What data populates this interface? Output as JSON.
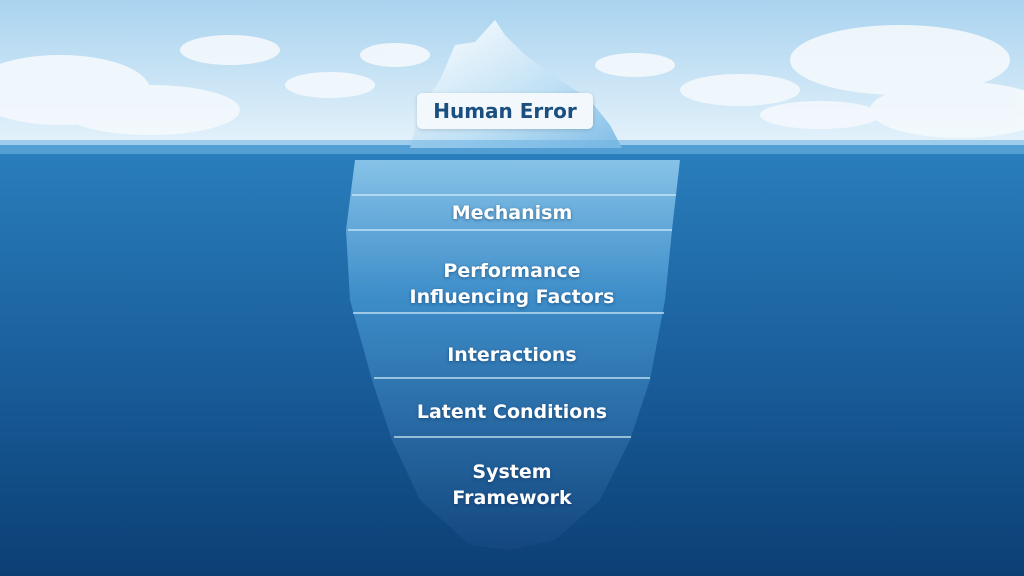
{
  "diagram": {
    "tip_label": "Human Error",
    "layers": [
      "Mechanism",
      "Performance\nInfluencing Factors",
      "Interactions",
      "Latent Conditions",
      "System\nFramework"
    ]
  },
  "colors": {
    "sky_top": "#a9d3ef",
    "water_top": "#2a7fbd",
    "water_bottom": "#0b3f74",
    "label_text": "#1b4f80"
  }
}
